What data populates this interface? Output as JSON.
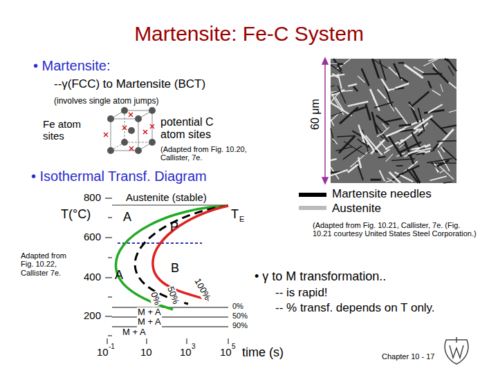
{
  "diagram": {
    "title": "Martensite:  Fe-C System",
    "labels": [
      "• Martensite:",
      "--γ(FCC) to Martensite (BCT)",
      "(involves single atom jumps)",
      "Fe atom sites",
      "potential C atom sites",
      "(Adapted from Fig. 10.20, Callister, 7e.",
      "60 μm",
      "• Isothermal Transf. Diagram",
      "800",
      "600",
      "400",
      "200",
      "T(°C)",
      "Austenite (stable)",
      "A",
      "P",
      "T",
      "E",
      "Adapted from Fig. 10.22, Callister 7e.",
      "B",
      "A",
      "0%",
      "50%",
      "100%",
      "M + A",
      "M + A",
      "M + A",
      "0%",
      "50%",
      "90%",
      "10",
      "-1",
      "10",
      "10",
      "3",
      "10",
      "5",
      "time (s)",
      "(Adapted from Fig. 10.21, Callister, 7e. (Fig. 10.21 courtesy United States Steel Corporation.)",
      "• γ to M transformation..",
      "-- is rapid!",
      "-- % transf. depends on T only.",
      "Chapter 10 - 17"
    ],
    "legend": [
      {
        "text": "Martensite needles"
      },
      {
        "text": "Austenite"
      }
    ]
  }
}
